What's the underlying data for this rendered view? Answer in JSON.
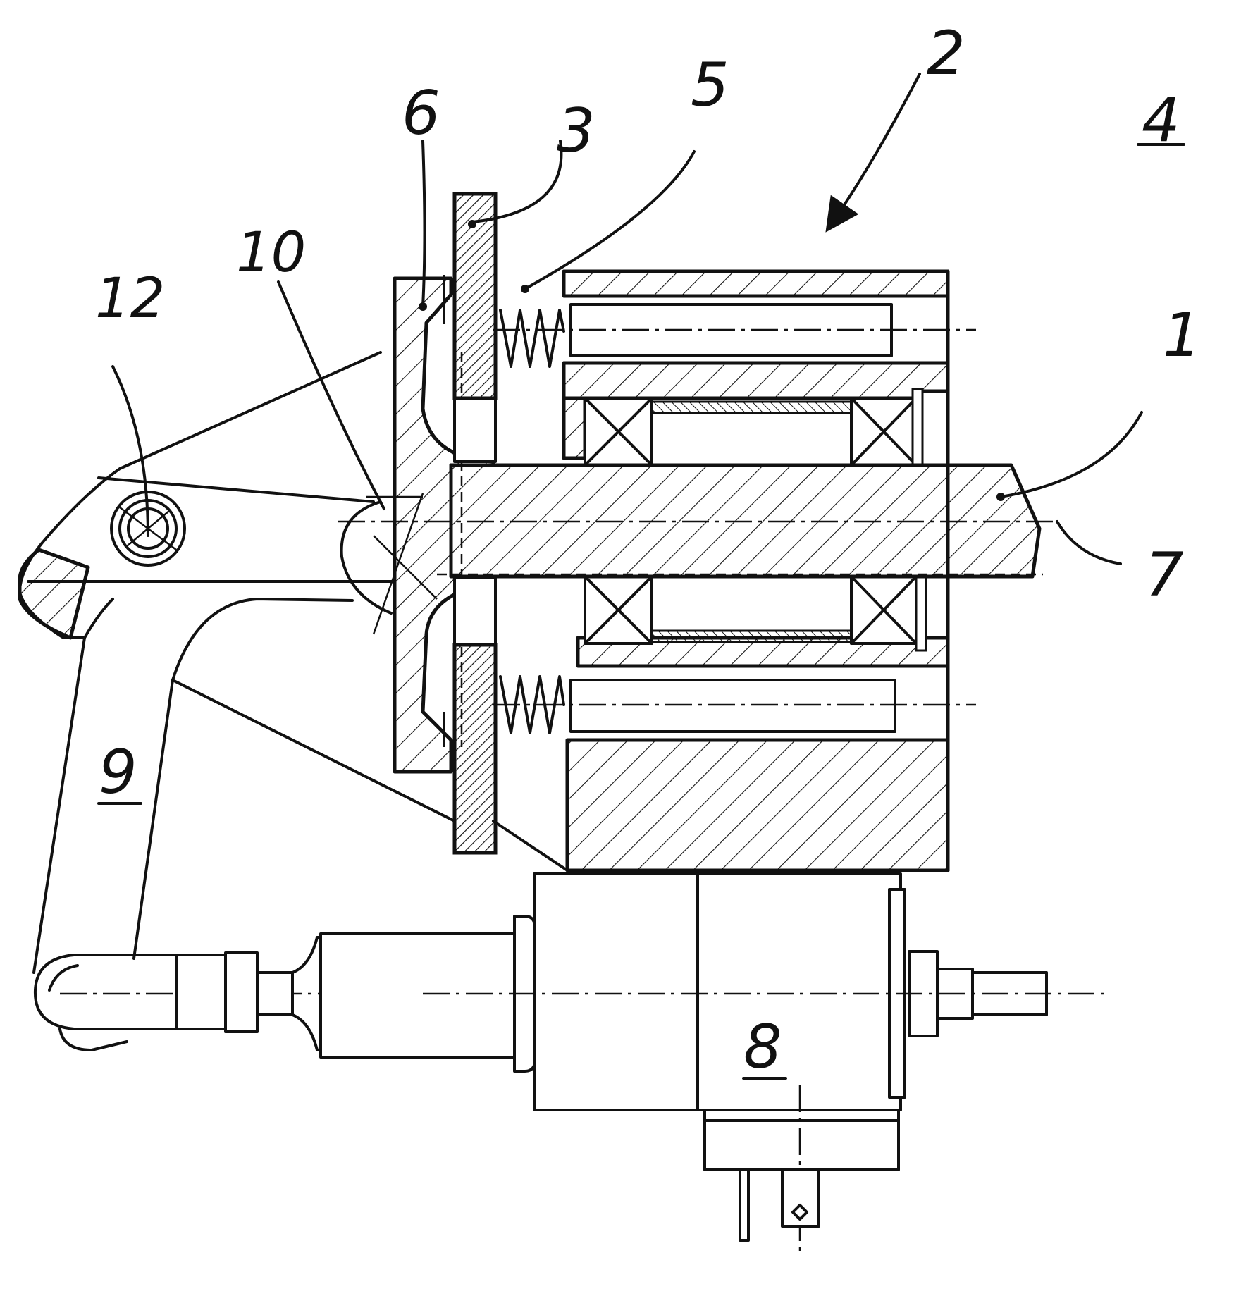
{
  "figure": {
    "labels": {
      "shaft": "1",
      "unit": "2",
      "brake_disc": "3",
      "assembly": "4",
      "spring": "5",
      "housing_flange": "6",
      "axis": "7",
      "solenoid": "8",
      "lever": "9",
      "cam": "10",
      "pivot": "12"
    },
    "underlined_labels": [
      "4",
      "8",
      "9"
    ]
  }
}
